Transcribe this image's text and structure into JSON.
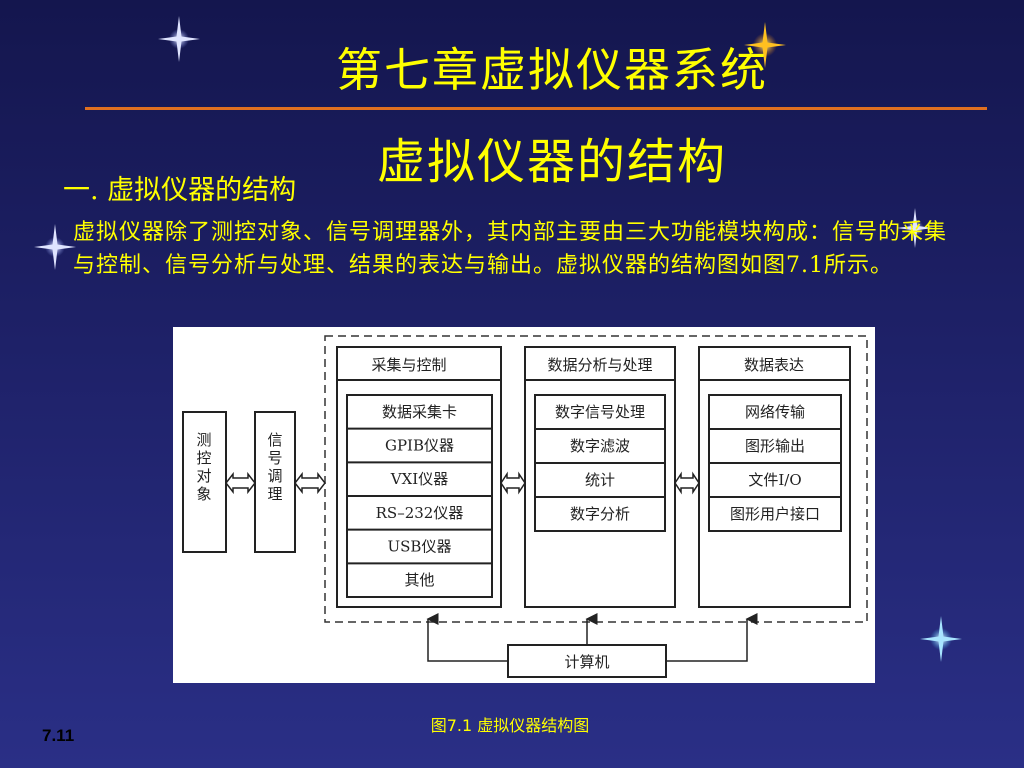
{
  "slide": {
    "chapter_title": "第七章虚拟仪器系统",
    "section_title": "虚拟仪器的结构",
    "subheading": "一. 虚拟仪器的结构",
    "body_text": "虚拟仪器除了测控对象、信号调理器外，其内部主要由三大功能模块构成：信号的采集与控制、信号分析与处理、结果的表达与输出。虚拟仪器的结构图如图7.1所示。",
    "figure_caption": "图7.1  虚拟仪器结构图",
    "page_number": "7.11"
  },
  "colors": {
    "background": "#1e2168",
    "title_text": "#ffff00",
    "rule": "#e07020"
  },
  "diagram": {
    "measure_object": "测控对象",
    "signal_conditioning": "信号调理",
    "acquisition": {
      "title": "采集与控制",
      "items": [
        "数据采集卡",
        "GPIB仪器",
        "VXI仪器",
        "RS–232仪器",
        "USB仪器",
        "其他"
      ]
    },
    "analysis": {
      "title": "数据分析与处理",
      "items": [
        "数字信号处理",
        "数字滤波",
        "统计",
        "数字分析"
      ]
    },
    "presentation": {
      "title": "数据表达",
      "items": [
        "网络传输",
        "图形输出",
        "文件I/O",
        "图形用户接口"
      ]
    },
    "computer": "计算机"
  }
}
